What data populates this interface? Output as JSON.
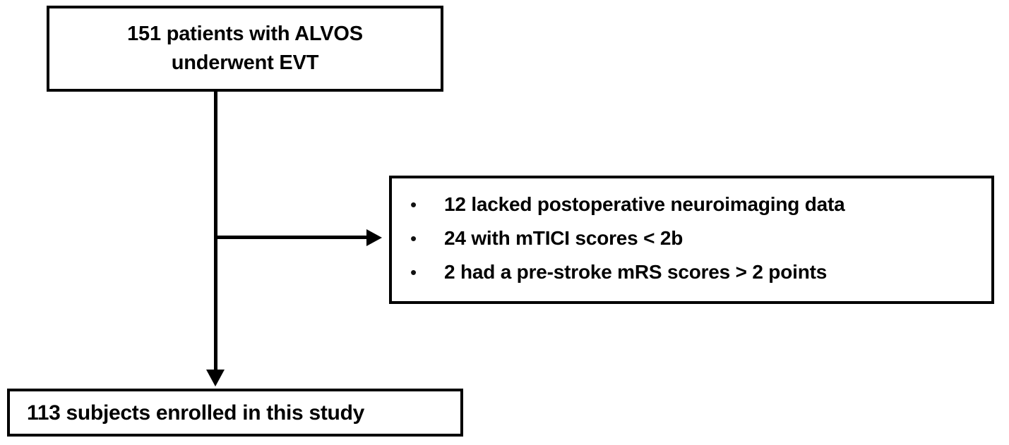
{
  "diagram": {
    "type": "patient-flow-diagram",
    "title_present": false,
    "background_color": "#ffffff",
    "line_color": "#000000",
    "text_color": "#000000",
    "nodes": {
      "enrollment_top": {
        "lines": [
          "151 patients with ALVOS",
          "underwent EVT"
        ]
      },
      "exclusions": {
        "bullet_glyph": "•",
        "items": [
          "12 lacked postoperative neuroimaging data",
          "24 with mTICI scores < 2b",
          "2 had a pre-stroke mRS scores > 2 points"
        ]
      },
      "enrolled_bottom": {
        "lines": [
          "113 subjects enrolled in this study"
        ]
      }
    },
    "connectors": {
      "main_down_arrow": "arrow-down",
      "exclusion_branch_arrow": "arrow-right"
    }
  }
}
